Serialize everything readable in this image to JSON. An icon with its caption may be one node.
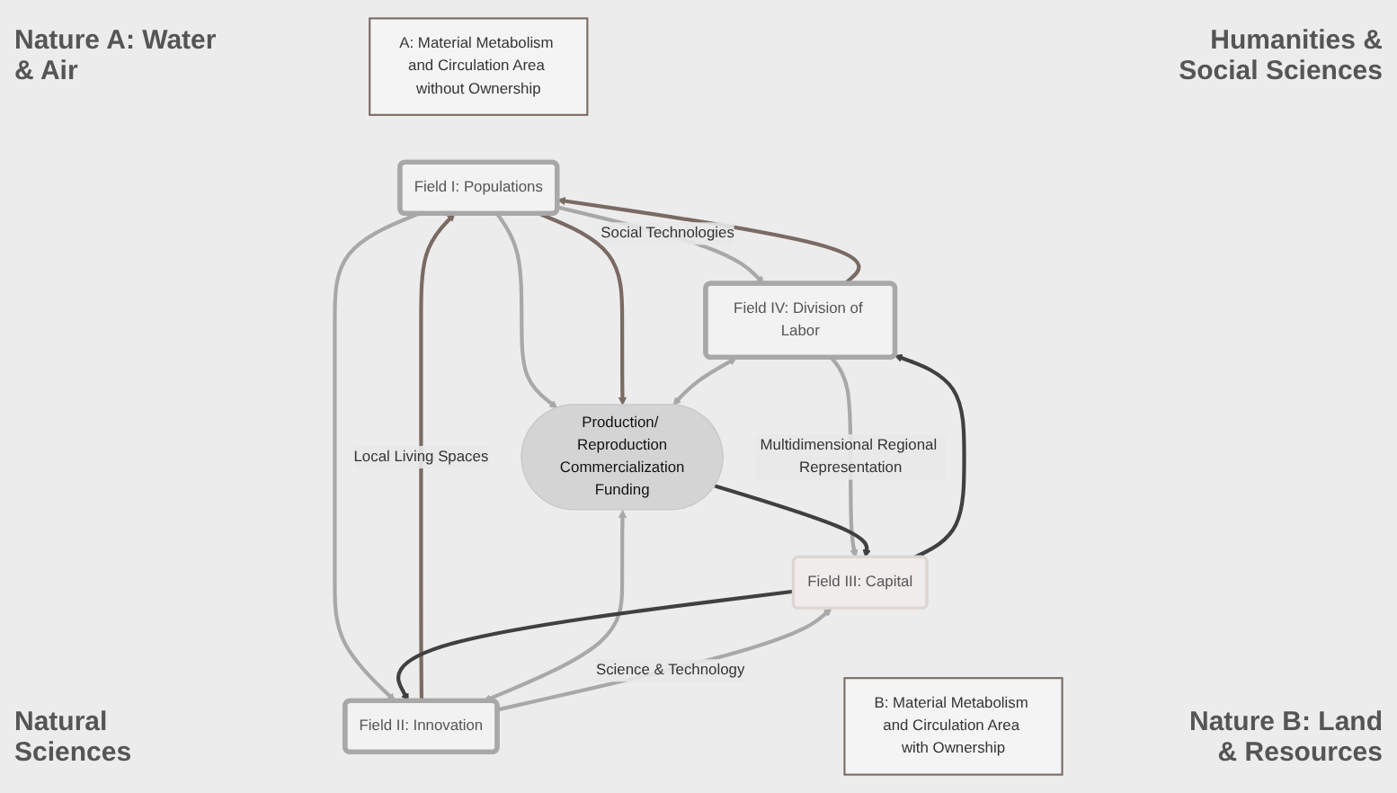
{
  "diagram": {
    "nodes": [
      {
        "text": [
          "Field I: Populations"
        ]
      },
      {
        "text": [
          "Field IV: Division of Labor"
        ]
      },
      {
        "text": [
          "Production/ Reproduction",
          "Commercialization",
          "Funding"
        ]
      },
      {
        "text": [
          "Field II: Innovation"
        ]
      },
      {
        "text": [
          "Field III: Capital"
        ]
      },
      {
        "text": [
          "A: Material Metabolism and Circulation Area without Ownership"
        ]
      },
      {
        "text": [
          "B: Material Metabolism and Circulation Area with Ownership"
        ]
      }
    ],
    "edges": [
      {
        "from": 1,
        "to": 0,
        "arrow": "to",
        "color": "#7a6a64"
      },
      {
        "from": 0,
        "to": 1,
        "arrow": "to",
        "label": "Social Technologies"
      },
      {
        "from": 0,
        "to": 2,
        "arrow": "to"
      },
      {
        "from": 0,
        "to": 2,
        "arrow": "to",
        "color": "#7a6a64"
      },
      {
        "from": 1,
        "to": 2,
        "arrow": "both"
      },
      {
        "from": 3,
        "to": 0,
        "arrow": "to",
        "label": "Local Living Spaces",
        "color": "#7a6a64"
      },
      {
        "from": 0,
        "to": 3,
        "arrow": "to"
      },
      {
        "from": 1,
        "to": 4,
        "arrow": "to",
        "label": "Multidimensional Regional Representation"
      },
      {
        "from": 4,
        "to": 1,
        "arrow": "to",
        "color": "#404040"
      },
      {
        "from": 3,
        "to": 2,
        "arrow": "both"
      },
      {
        "from": 2,
        "to": 4,
        "arrow": "to",
        "color": "#404040"
      },
      {
        "from": 3,
        "to": 4,
        "arrow": "to",
        "label": "Science & Technology"
      },
      {
        "from": 4,
        "to": 3,
        "arrow": "to",
        "color": "#404040"
      }
    ],
    "labels": [
      "Nature A: Water & Air",
      "Humanities & Social Sciences",
      "Natural Sciences",
      "Nature B: Land & Resources"
    ]
  }
}
